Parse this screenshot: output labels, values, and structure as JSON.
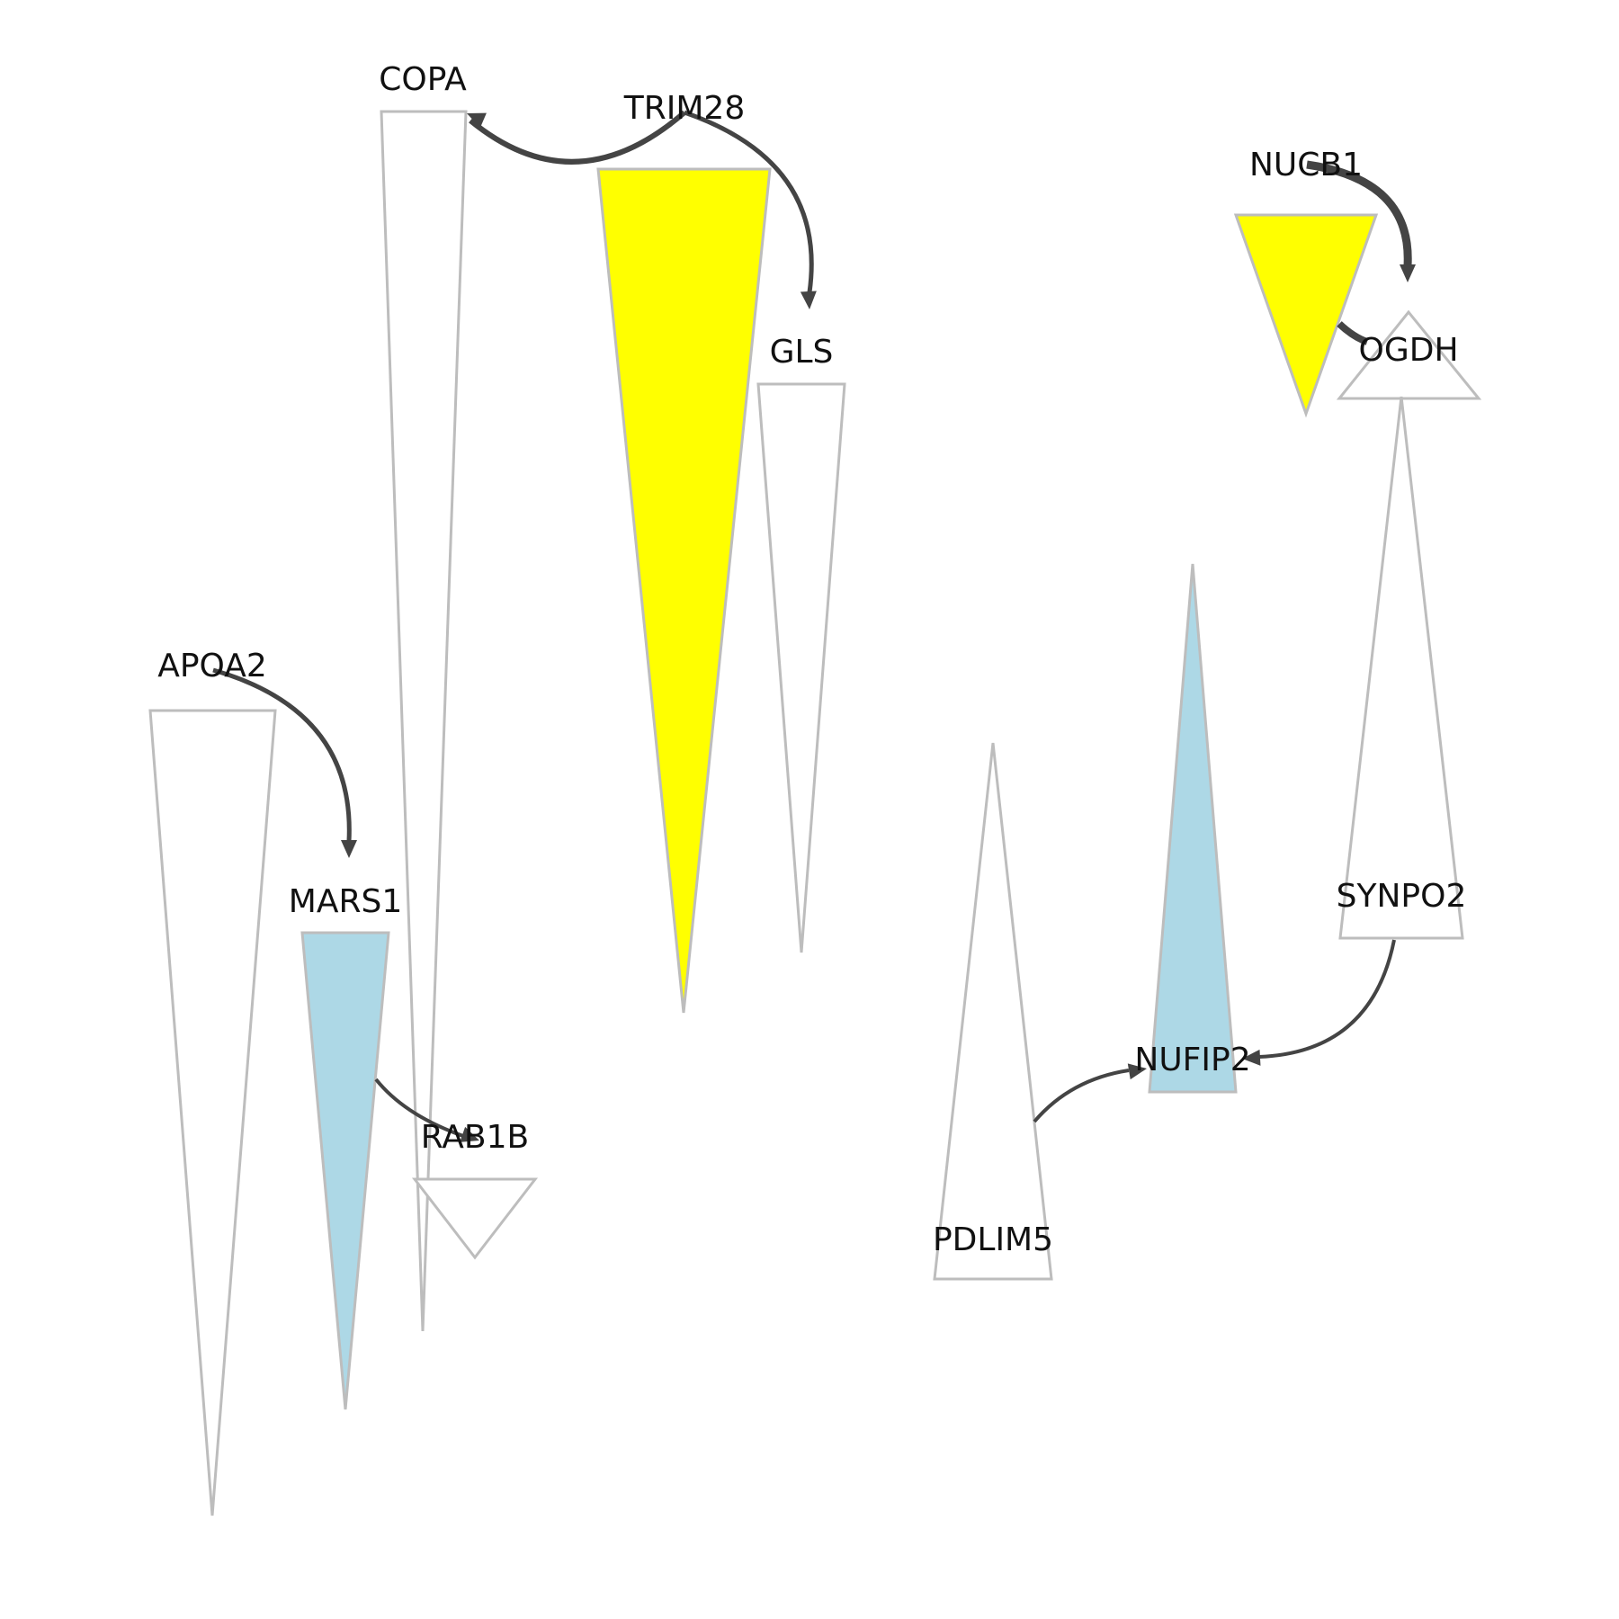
{
  "colors": {
    "up": "#ffff00",
    "down": "#add8e6",
    "neutral": "#ffffff",
    "border": "#bdbdbd",
    "edge": "#444444"
  },
  "nodes": [
    {
      "id": "COPA",
      "label": "COPA",
      "color": "neutral"
    },
    {
      "id": "TRIM28",
      "label": "TRIM28",
      "color": "up"
    },
    {
      "id": "GLS",
      "label": "GLS",
      "color": "neutral"
    },
    {
      "id": "NUCB1",
      "label": "NUCB1",
      "color": "up"
    },
    {
      "id": "OGDH",
      "label": "OGDH",
      "color": "neutral"
    },
    {
      "id": "SYNPO2",
      "label": "SYNPO2",
      "color": "neutral"
    },
    {
      "id": "APOA2",
      "label": "APOA2",
      "color": "neutral"
    },
    {
      "id": "MARS1",
      "label": "MARS1",
      "color": "down"
    },
    {
      "id": "RAB1B",
      "label": "RAB1B",
      "color": "neutral"
    },
    {
      "id": "PDLIM5",
      "label": "PDLIM5",
      "color": "neutral"
    },
    {
      "id": "NUFIP2",
      "label": "NUFIP2",
      "color": "down"
    }
  ],
  "edges": [
    {
      "source": "TRIM28",
      "target": "COPA"
    },
    {
      "source": "TRIM28",
      "target": "GLS"
    },
    {
      "source": "NUCB1",
      "target": "OGDH"
    },
    {
      "source": "APOA2",
      "target": "MARS1"
    },
    {
      "source": "MARS1",
      "target": "RAB1B"
    },
    {
      "source": "SYNPO2",
      "target": "NUFIP2"
    },
    {
      "source": "PDLIM5",
      "target": "NUFIP2"
    }
  ]
}
